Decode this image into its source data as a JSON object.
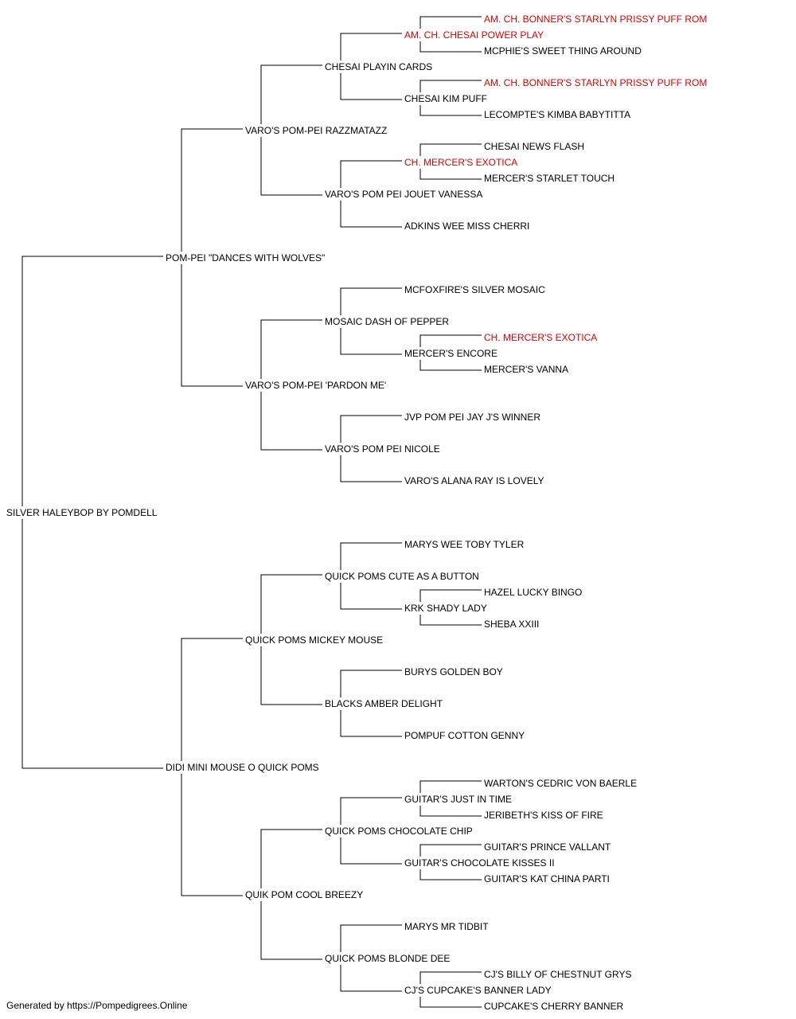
{
  "pedigree": {
    "subject": "SILVER HALEYBOP BY POMDELL",
    "sire": "POM-PEI \"DANCES WITH WOLVES\"",
    "sire_sire": "VARO'S POM-PEI RAZZMATAZZ",
    "sire_sire_sire": "CHESAI PLAYIN CARDS",
    "sire_sire_sire_sire": "AM. CH. CHESAI POWER PLAY",
    "sire_sire_sire_sire_sire": "AM. CH. BONNER'S STARLYN PRISSY PUFF ROM",
    "sire_sire_sire_sire_dam": "MCPHIE'S SWEET THING AROUND",
    "sire_sire_sire_dam": "CHESAI KIM PUFF",
    "sire_sire_sire_dam_sire": "AM. CH. BONNER'S STARLYN PRISSY PUFF ROM",
    "sire_sire_sire_dam_dam": "LECOMPTE'S KIMBA BABYTITTA",
    "sire_sire_dam": "VARO'S POM PEI JOUET VANESSA",
    "sire_sire_dam_sire": "CH. MERCER'S EXOTICA",
    "sire_sire_dam_sire_sire": "CHESAI NEWS FLASH",
    "sire_sire_dam_sire_dam": "MERCER'S STARLET TOUCH",
    "sire_sire_dam_dam": "ADKINS WEE MISS CHERRI",
    "sire_dam": "VARO'S POM-PEI 'PARDON ME'",
    "sire_dam_sire": "MOSAIC DASH OF PEPPER",
    "sire_dam_sire_sire": "MCFOXFIRE'S SILVER MOSAIC",
    "sire_dam_sire_dam": "MERCER'S ENCORE",
    "sire_dam_sire_dam_sire": "CH. MERCER'S EXOTICA",
    "sire_dam_sire_dam_dam": "MERCER'S VANNA",
    "sire_dam_dam": "VARO'S POM PEI NICOLE",
    "sire_dam_dam_sire": "JVP POM PEI JAY J'S WINNER",
    "sire_dam_dam_dam": "VARO'S ALANA RAY IS LOVELY",
    "dam": "DIDI MINI MOUSE O QUICK POMS",
    "dam_sire": "QUICK POMS MICKEY MOUSE",
    "dam_sire_sire": "QUICK POMS CUTE AS A BUTTON",
    "dam_sire_sire_sire": "MARYS WEE TOBY TYLER",
    "dam_sire_sire_dam": "KRK SHADY LADY",
    "dam_sire_sire_dam_sire": "HAZEL LUCKY BINGO",
    "dam_sire_sire_dam_dam": "SHEBA XXIII",
    "dam_sire_dam": "BLACKS AMBER DELIGHT",
    "dam_sire_dam_sire": "BURYS GOLDEN BOY",
    "dam_sire_dam_dam": "POMPUF COTTON GENNY",
    "dam_dam": "QUIK POM COOL BREEZY",
    "dam_dam_sire": "QUICK POMS CHOCOLATE CHIP",
    "dam_dam_sire_sire": "GUITAR'S JUST IN TIME",
    "dam_dam_sire_sire_sire": "WARTON'S CEDRIC VON BAERLE",
    "dam_dam_sire_sire_dam": "JERIBETH'S KISS OF FIRE",
    "dam_dam_sire_dam": "GUITAR'S CHOCOLATE KISSES II",
    "dam_dam_sire_dam_sire": "GUITAR'S PRINCE VALLANT",
    "dam_dam_sire_dam_dam": "GUITAR'S KAT CHINA PARTI",
    "dam_dam_dam": "QUICK POMS BLONDE DEE",
    "dam_dam_dam_sire": "MARYS MR TIDBIT",
    "dam_dam_dam_dam": "CJ'S CUPCAKE'S BANNER LADY",
    "dam_dam_dam_dam_sire": "CJ'S BILLY OF CHESTNUT GRYS",
    "dam_dam_dam_dam_dam": "CUPCAKE'S CHERRY BANNER"
  },
  "footer": "Generated by https://Pompedigrees.Online",
  "colors": {
    "normal": "#000000",
    "champion": "#e00000",
    "line": "#000000"
  }
}
